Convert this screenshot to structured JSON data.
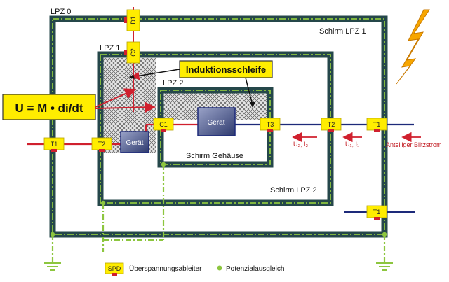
{
  "zones": {
    "lpz0": "LPZ 0",
    "lpz1": "LPZ 1",
    "lpz2": "LPZ 2",
    "schirm_lpz1": "Schirm LPZ 1",
    "schirm_lpz2": "Schirm LPZ 2",
    "schirm_gehaeuse": "Schirm Gehäuse"
  },
  "devices": {
    "geraet_main": "Gerät",
    "geraet_small": "Gerät"
  },
  "callouts": {
    "formula": "U = M • di/dt",
    "induction_loop": "Induktionsschleife"
  },
  "spds": {
    "t1_left": "T1",
    "t2_left": "T2",
    "c1": "C1",
    "t3": "T3",
    "t2_right": "T2",
    "t1_right": "T1",
    "t1_bottom": "T1",
    "d1": "D1",
    "c2": "C2"
  },
  "currents": {
    "u2_i2": "U₂, I₂",
    "u1_i1": "U₁, I₁",
    "lightning": "Anteiliger Blitzstrom"
  },
  "legend": {
    "spd_symbol": "SPD",
    "spd_label": "Überspannungsableiter",
    "bonding_label": "Potenzialausgleich"
  },
  "colors": {
    "shield": "#25474a",
    "shield_dash": "#8dc63f",
    "spd_fill": "#ffed00",
    "line_red": "#d0202e",
    "line_blue": "#1d2a7a",
    "bolt": "#f7a600"
  }
}
